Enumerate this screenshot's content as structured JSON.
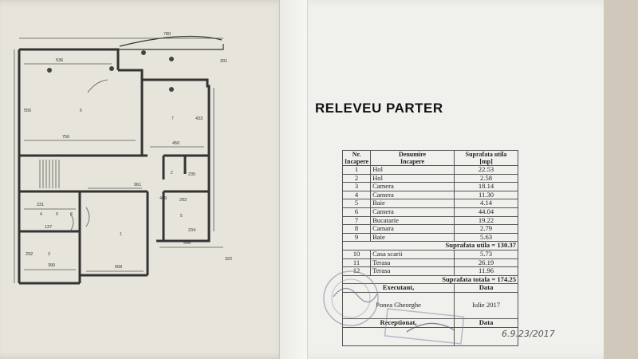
{
  "title": "RELEVEU PARTER",
  "table": {
    "headers": {
      "nr": [
        "Nr.",
        "Incapere"
      ],
      "name": [
        "Denumire",
        "Incapere"
      ],
      "area": [
        "Suprafata utila",
        "[mp]"
      ]
    },
    "rooms_main": [
      {
        "nr": "1",
        "name": "Hol",
        "area": "22.53"
      },
      {
        "nr": "2",
        "name": "Hol",
        "area": "2.58"
      },
      {
        "nr": "3",
        "name": "Camera",
        "area": "18.14"
      },
      {
        "nr": "4",
        "name": "Camera",
        "area": "11.30"
      },
      {
        "nr": "5",
        "name": "Baie",
        "area": "4.14"
      },
      {
        "nr": "6",
        "name": "Camera",
        "area": "44.04"
      },
      {
        "nr": "7",
        "name": "Bucatarie",
        "area": "19.22"
      },
      {
        "nr": "8",
        "name": "Camara",
        "area": "2.79"
      },
      {
        "nr": "9",
        "name": "Baie",
        "area": "5.63"
      }
    ],
    "subtotal": "Suprafata utila = 130.37",
    "rooms_extra": [
      {
        "nr": "10",
        "name": "Casa scarii",
        "area": "5.73"
      },
      {
        "nr": "11",
        "name": "Terasa",
        "area": "26.19"
      },
      {
        "nr": "12",
        "name": "Terasa",
        "area": "11.96"
      }
    ],
    "total": "Suprafata totala = 174.25",
    "executant_label": "Executant,",
    "data_label": "Data",
    "executant_name": "Ponea Gheorghe",
    "executant_date": "Iulie 2017",
    "receptionat_label": "Receptionat,",
    "data_label2": "Data"
  },
  "plan": {
    "dims": [
      "780",
      "536",
      "301",
      "556",
      "433",
      "756",
      "450",
      "235",
      "961",
      "231",
      "137",
      "499",
      "292",
      "234",
      "548",
      "390",
      "568",
      "322",
      "292"
    ],
    "room_numbers": [
      "6",
      "7",
      "1",
      "2",
      "3",
      "4",
      "5",
      "8",
      "9"
    ]
  },
  "handwritten_date": "6.9.23/2017"
}
